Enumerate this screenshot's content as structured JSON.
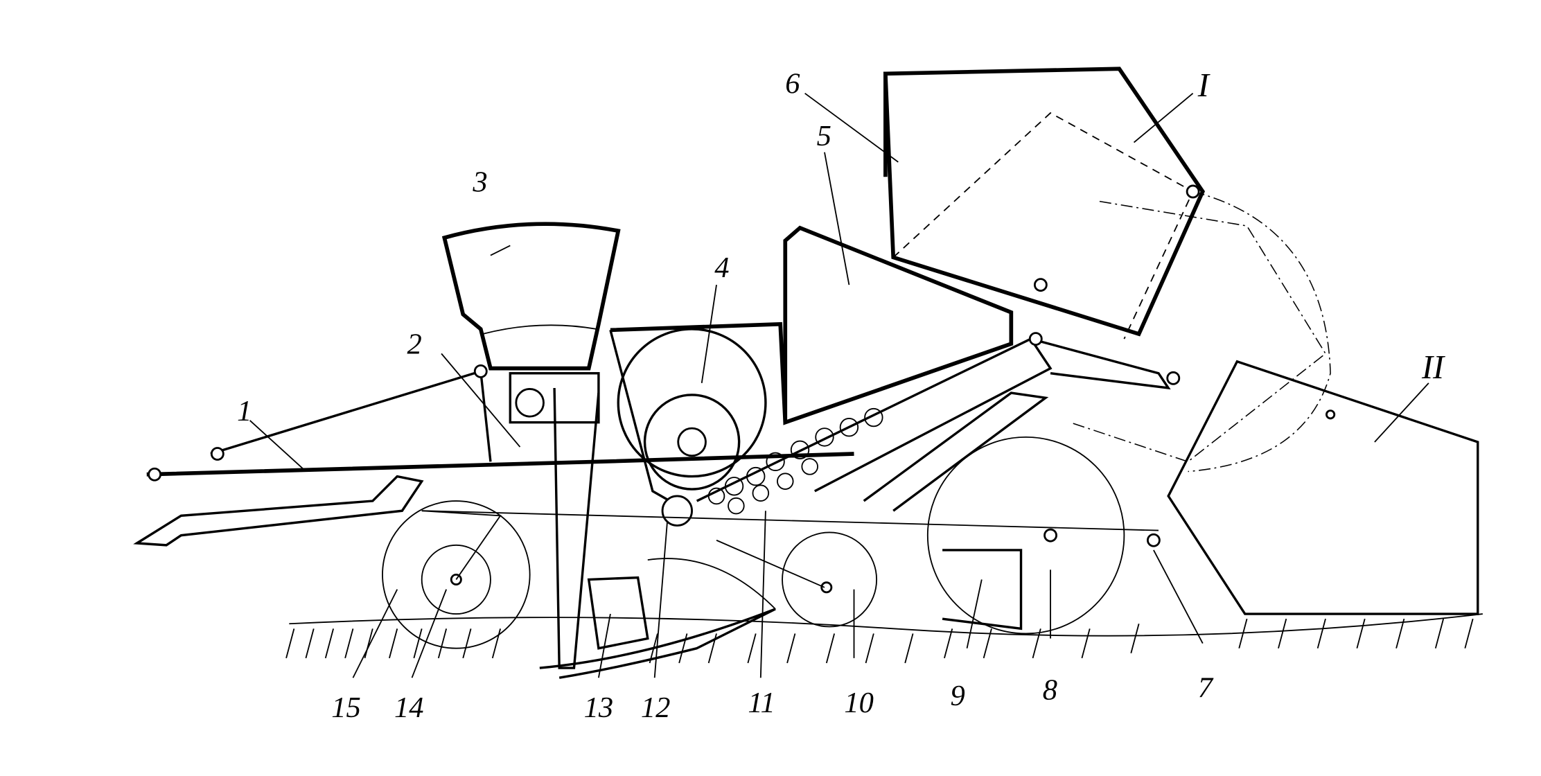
{
  "diagram": {
    "labels": {
      "l1": "1",
      "l2": "2",
      "l3": "3",
      "l4": "4",
      "l5": "5",
      "l6": "6",
      "l7": "7",
      "l8": "8",
      "l9": "9",
      "l10": "10",
      "l11": "11",
      "l12": "12",
      "l13": "13",
      "l14": "14",
      "l15": "15",
      "lI": "I",
      "lII": "II"
    }
  }
}
